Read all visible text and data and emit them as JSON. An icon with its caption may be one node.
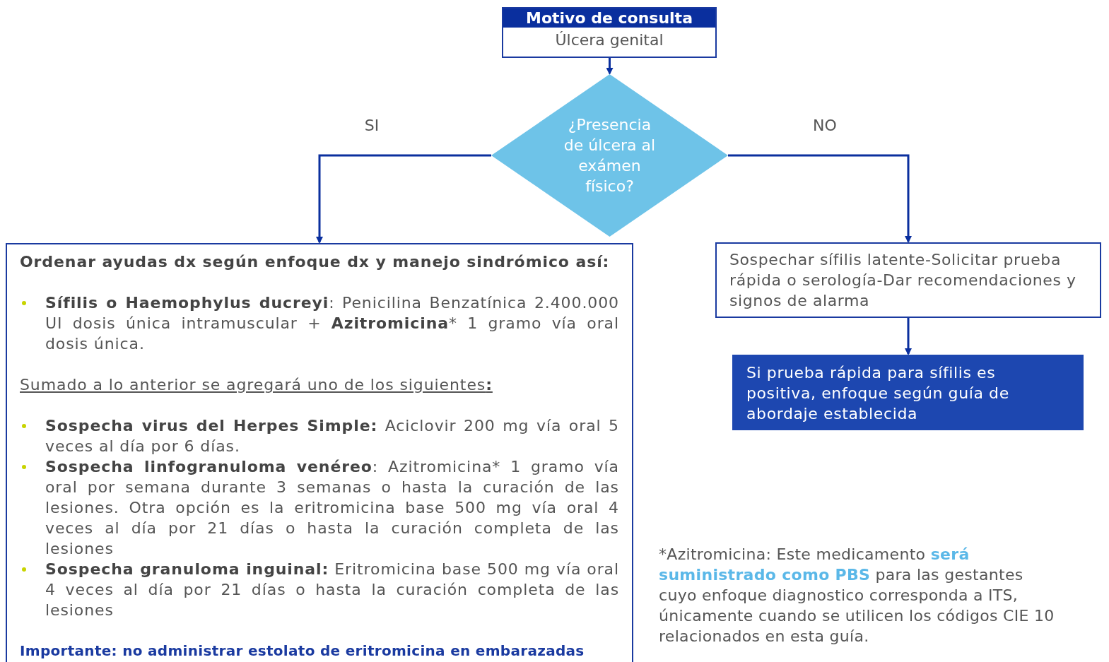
{
  "diagram": {
    "nodes": [
      {
        "text": [
          "Motivo de consulta",
          "Úlcera genital"
        ]
      },
      {
        "text": [
          "¿Presencia de úlcera al exámen físico?"
        ]
      },
      {
        "text": [
          "Ordenar ayudas dx según enfoque dx y manejo sindrómico así:",
          "**Sífilis o Haemophylus ducreyi**: Penicilina Benzatínica 2.400.000 UI dosis única intramuscular + **Azitromicina*** 1 gramo vía oral dosis única.",
          "Sumado a lo anterior se agregará uno de los siguientes**:**",
          "**Sospecha virus del Herpes Simple:** Aciclovir 200 mg vía oral 5 veces al día por 6 días.",
          "**Sospecha linfogranuloma venéreo**: Azitromicina* 1 gramo vía oral por semana durante 3 semanas o hasta la curación de las lesiones. Otra opción es la eritromicina base 500 mg vía oral 4 veces al día por 21 días o hasta la curación completa de las lesiones",
          "**Sospecha granuloma inguinal:** Eritromicina base 500 mg vía oral 4 veces al día por 21 días o hasta la curación completa de las lesiones",
          "Importante: no administrar estolato de eritromicina en embarazadas"
        ]
      },
      {
        "text": [
          "Sospechar sífilis latente-Solicitar prueba rápida o serología-Dar recomendaciones y signos de alarma"
        ]
      },
      {
        "text": [
          "Si prueba rápida para sífilis es positiva, enfoque según guía de abordaje establecida"
        ]
      }
    ],
    "edges": [
      {
        "from": 0,
        "to": 1,
        "arrow": "to"
      },
      {
        "from": 1,
        "to": 2,
        "arrow": "to",
        "label": "SI"
      },
      {
        "from": 1,
        "to": 3,
        "arrow": "to",
        "label": "NO"
      },
      {
        "from": 3,
        "to": 4,
        "arrow": "to"
      }
    ],
    "labels": [
      "*Azitromicina: Este medicamento **será suministrado como PBS** para las gestantes cuyo enfoque diagnostico corresponda a ITS, únicamente cuando se utilicen los códigos CIE 10 relacionados en esta guía."
    ]
  }
}
